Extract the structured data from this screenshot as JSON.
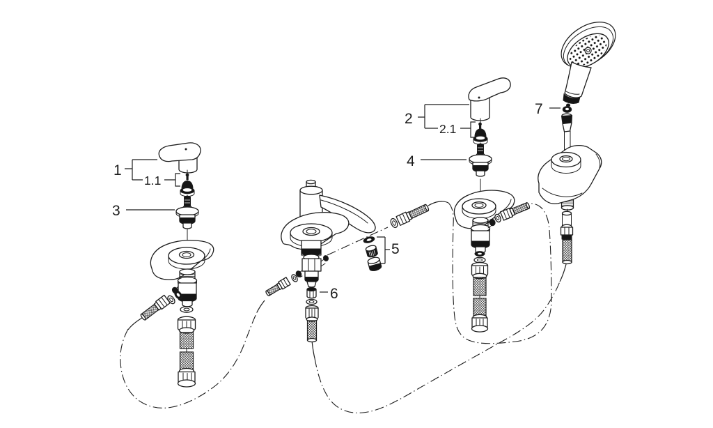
{
  "diagram": {
    "colors": {
      "line": "#1c1c1c",
      "dark_fill": "#151515",
      "background": "#ffffff"
    },
    "callouts": {
      "n1": "1",
      "n1_1": "1.1",
      "n2": "2",
      "n2_1": "2.1",
      "n3": "3",
      "n4": "4",
      "n5": "5",
      "n6": "6",
      "n7": "7"
    }
  }
}
